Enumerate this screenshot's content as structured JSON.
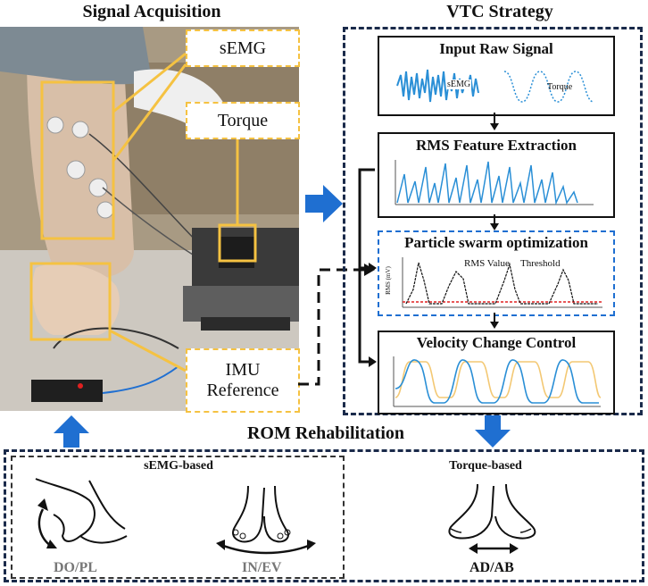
{
  "headings": {
    "signal_acquisition": "Signal Acquisition",
    "vtc_strategy": "VTC Strategy",
    "rom_rehabilitation": "ROM Rehabilitation"
  },
  "sensor_labels": {
    "semg": "sEMG",
    "torque": "Torque",
    "imu_line1": "IMU",
    "imu_line2": "Reference"
  },
  "vtc_steps": {
    "input_raw_signal": "Input Raw Signal",
    "input_semg_tag": "sEMG",
    "input_torque_tag": "Torque",
    "rms_feature_extraction": "RMS Feature Extraction",
    "particle_swarm_optimization": "Particle swarm optimization",
    "pso_legend_rms": "RMS Value",
    "pso_legend_threshold": "Threshold",
    "pso_ylabel": "RMS (mV)",
    "velocity_change_control": "Velocity Change Control"
  },
  "rom": {
    "semg_based": "sEMG-based",
    "torque_based": "Torque-based",
    "do_pl": "DO/PL",
    "in_ev": "IN/EV",
    "ad_ab": "AD/AB"
  },
  "colors": {
    "accent_yellow": "#f5c242",
    "arrow_blue": "#1f6fd1",
    "panel_dash": "#1a2a4a",
    "signal_blue": "#2a8fd6",
    "threshold_red": "#e02020",
    "velocity_orange": "#f3c873"
  }
}
